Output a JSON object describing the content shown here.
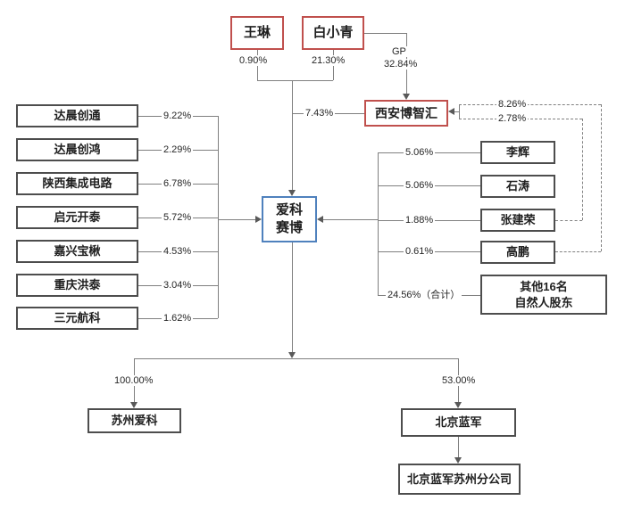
{
  "diagram": {
    "type": "equity-structure",
    "company": {
      "name": "爱科赛博",
      "line1": "爱科",
      "line2": "赛博"
    },
    "top_shareholders": [
      {
        "name": "王琳",
        "pct": "0.90%"
      },
      {
        "name": "白小青",
        "pct": "21.30%"
      }
    ],
    "gp": {
      "label": "GP",
      "pct": "32.84%"
    },
    "holding_platform": {
      "name": "西安博智汇",
      "pct": "7.43%"
    },
    "dashed_links": [
      {
        "from": "高鹏",
        "pct": "8.26%"
      },
      {
        "from": "张建荣",
        "pct": "2.78%"
      }
    ],
    "left_shareholders": [
      {
        "name": "达晨创通",
        "pct": "9.22%"
      },
      {
        "name": "达晨创鸿",
        "pct": "2.29%"
      },
      {
        "name": "陕西集成电路",
        "pct": "6.78%"
      },
      {
        "name": "启元开泰",
        "pct": "5.72%"
      },
      {
        "name": "嘉兴宝楸",
        "pct": "4.53%"
      },
      {
        "name": "重庆洪泰",
        "pct": "3.04%"
      },
      {
        "name": "三元航科",
        "pct": "1.62%"
      }
    ],
    "right_shareholders": [
      {
        "name": "李辉",
        "pct": "5.06%"
      },
      {
        "name": "石涛",
        "pct": "5.06%"
      },
      {
        "name": "张建荣",
        "pct": "1.88%"
      },
      {
        "name": "高鹏",
        "pct": "0.61%"
      },
      {
        "name_line1": "其他16名",
        "name_line2": "自然人股东",
        "pct": "24.56%（合计）"
      }
    ],
    "subsidiaries": [
      {
        "name": "苏州爱科",
        "pct": "100.00%"
      },
      {
        "name": "北京蓝军",
        "pct": "53.00%"
      }
    ],
    "branch": {
      "name": "北京蓝军苏州分公司"
    },
    "colors": {
      "red_border": "#c0504d",
      "blue_border": "#4f81bd",
      "box_border": "#4d4d4d",
      "line": "#808080",
      "text": "#1f1f1f"
    }
  }
}
